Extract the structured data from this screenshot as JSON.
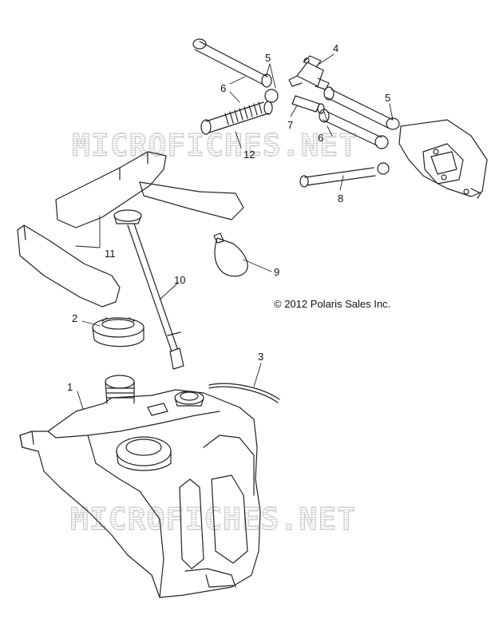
{
  "callouts": {
    "c1": "1",
    "c2": "2",
    "c3": "3",
    "c4": "4",
    "c5a": "5",
    "c5b": "5",
    "c6a": "6",
    "c6b": "6",
    "c7": "7",
    "c8": "8",
    "c9": "9",
    "c10": "10",
    "c11": "11",
    "c12": "12"
  },
  "copyright": "© 2012 Polaris Sales Inc.",
  "watermarks": {
    "top": "MICROFICHES.NET",
    "bottom": "MICROFICHES.NET"
  }
}
